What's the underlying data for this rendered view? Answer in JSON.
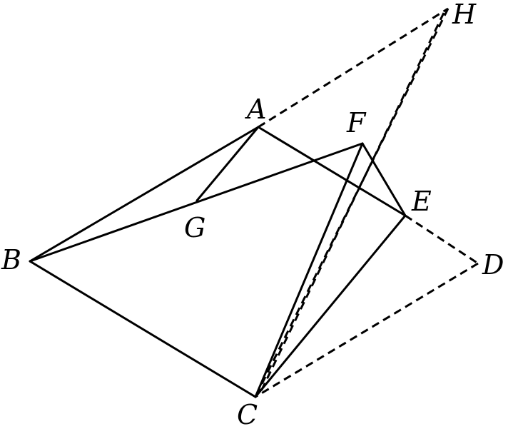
{
  "diagram": {
    "points": {
      "A": "A",
      "B": "B",
      "C": "C",
      "D": "D",
      "E": "E",
      "F": "F",
      "G": "G",
      "H": "H"
    },
    "solid_segments": [
      "AB",
      "BC",
      "AE",
      "AG",
      "BF",
      "FE",
      "FC",
      "EC"
    ],
    "dashed_segments": [
      "AH",
      "HC",
      "HC",
      "ED",
      "DC"
    ]
  }
}
